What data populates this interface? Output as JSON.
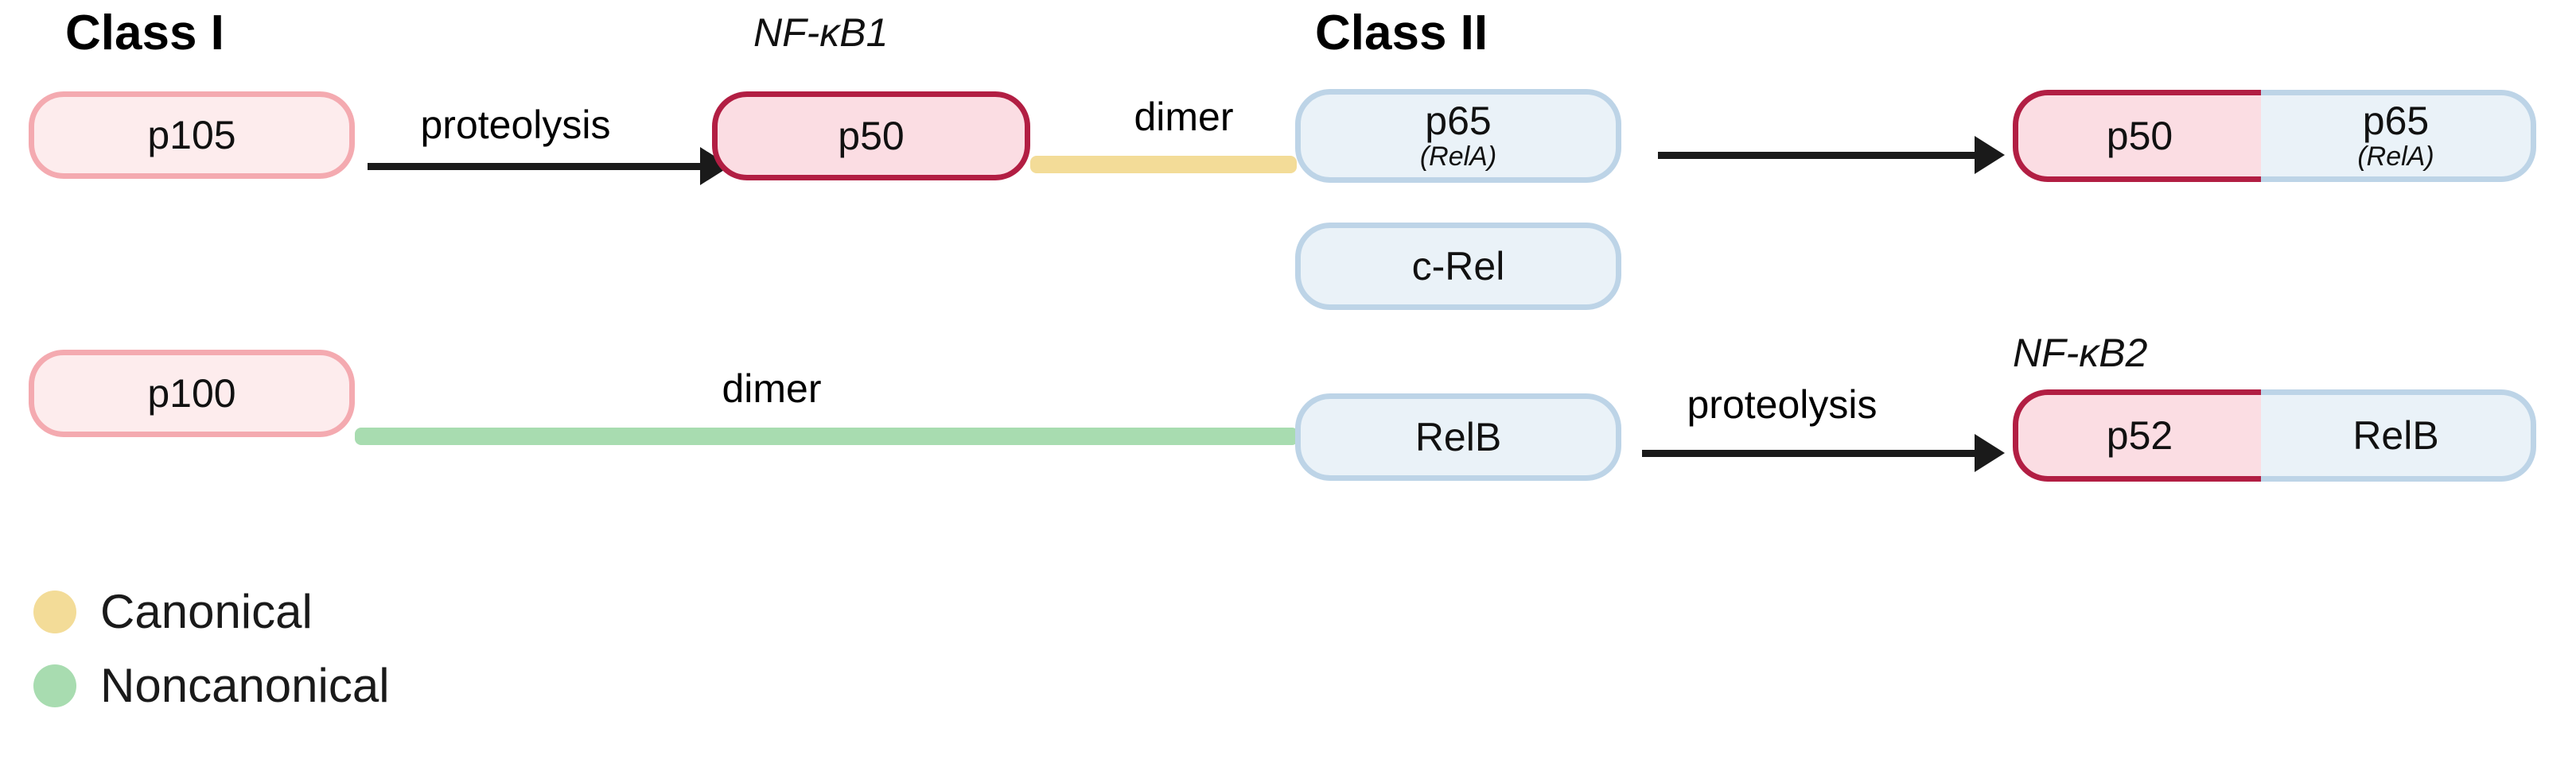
{
  "diagram": {
    "title_class_i": "Class I",
    "title_class_ii": "Class II",
    "label_nfkb1": "NF-κB1",
    "label_nfkb2": "NF-κB2"
  },
  "nodes": {
    "p105": "p105",
    "p100": "p100",
    "p50": "p50",
    "p65": "p65",
    "p65_alias": "(RelA)",
    "crel": "c-Rel",
    "relb": "RelB",
    "p50_dimer": "p50",
    "p65_dimer": "p65",
    "p65_dimer_alias": "(RelA)",
    "p52": "p52",
    "relb_dimer": "RelB"
  },
  "edges": {
    "proteolysis_top": "proteolysis",
    "dimer_top": "dimer",
    "dimer_bottom": "dimer",
    "proteolysis_bottom": "proteolysis"
  },
  "legend": {
    "items": [
      {
        "label": "Canonical",
        "color": "#f3dc98"
      },
      {
        "label": "Noncanonical",
        "color": "#a8dcb0"
      }
    ]
  },
  "colors": {
    "pink_fill_light": "#fdeced",
    "pink_border_light": "#f4aab0",
    "pink_fill_strong": "#fbdde3",
    "pink_border_strong": "#b21e43",
    "blue_fill": "#eaf2f8",
    "blue_border": "#bdd4e7",
    "canonical": "#f3dc98",
    "noncanonical": "#a8dcb0",
    "arrow": "#1a1a1a"
  }
}
